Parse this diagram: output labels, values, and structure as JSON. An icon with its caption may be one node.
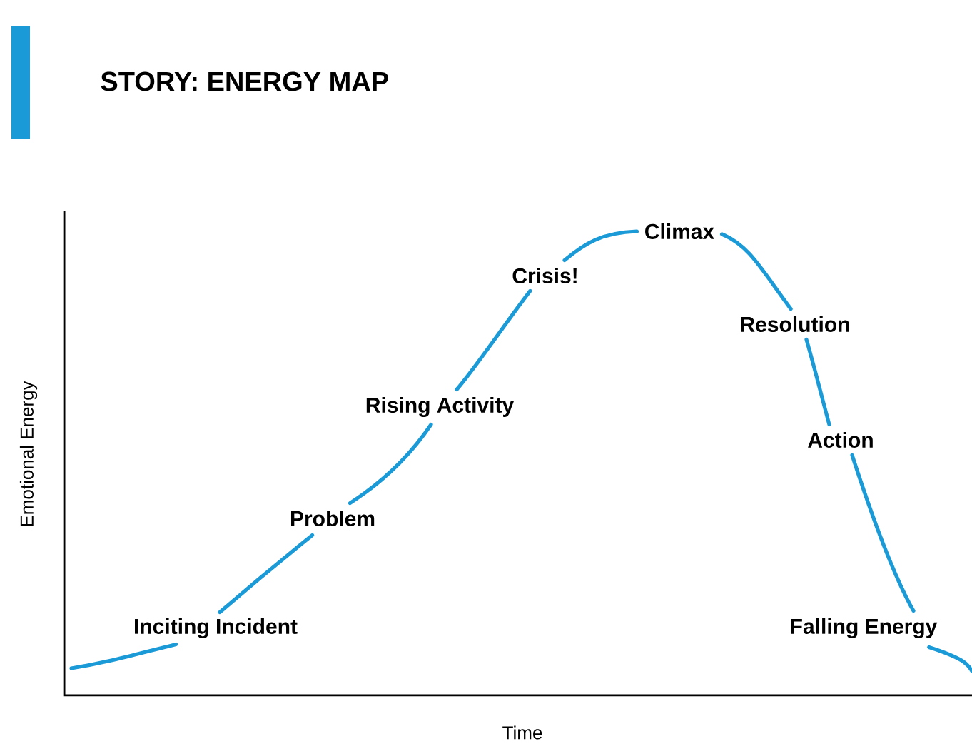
{
  "diagram": {
    "title": "STORY: ENERGY MAP",
    "nodes": [
      {
        "text": [
          "Inciting Incident"
        ]
      },
      {
        "text": [
          "Problem"
        ]
      },
      {
        "text": [
          "Rising Activity"
        ]
      },
      {
        "text": [
          "Crisis!"
        ]
      },
      {
        "text": [
          "Climax"
        ]
      },
      {
        "text": [
          "Resolution"
        ]
      },
      {
        "text": [
          "Action"
        ]
      },
      {
        "text": [
          "Falling Energy"
        ]
      }
    ],
    "edges": [
      {
        "from": null,
        "to": 0,
        "arrow": "none"
      },
      {
        "from": 0,
        "to": 1,
        "arrow": "none"
      },
      {
        "from": 1,
        "to": 2,
        "arrow": "none"
      },
      {
        "from": 2,
        "to": 3,
        "arrow": "none"
      },
      {
        "from": 3,
        "to": 4,
        "arrow": "none"
      },
      {
        "from": 4,
        "to": 5,
        "arrow": "none"
      },
      {
        "from": 5,
        "to": 6,
        "arrow": "none"
      },
      {
        "from": 6,
        "to": 7,
        "arrow": "none"
      },
      {
        "from": 7,
        "to": null,
        "arrow": "none"
      }
    ],
    "labels": [
      "Emotional Energy",
      "Time"
    ]
  }
}
